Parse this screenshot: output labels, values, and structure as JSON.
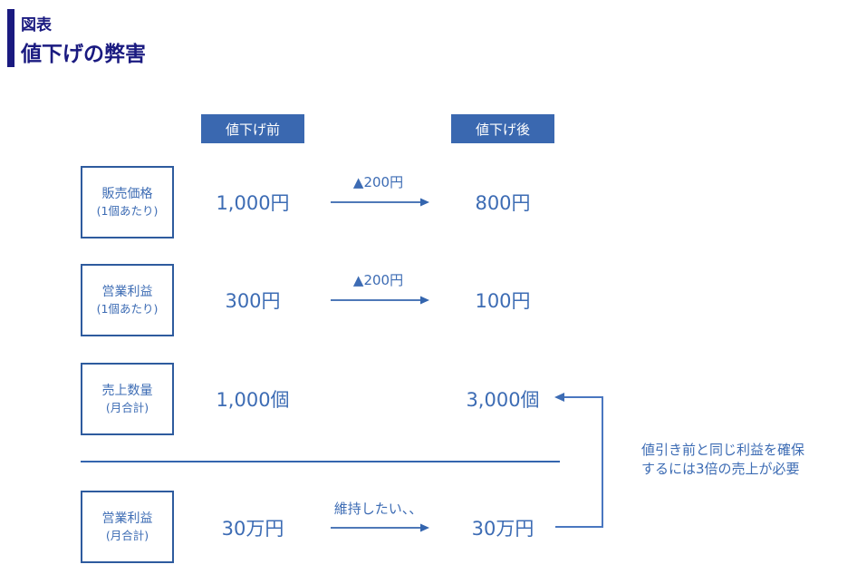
{
  "header": {
    "kicker": "図表",
    "title": "値下げの弊害"
  },
  "columns": {
    "before": "値下げ前",
    "after": "値下げ後"
  },
  "rows": [
    {
      "label": "販売価格",
      "sublabel": "(1個あたり)",
      "before": "1,000円",
      "after": "800円",
      "arrow_note": "▲200円"
    },
    {
      "label": "営業利益",
      "sublabel": "(1個あたり)",
      "before": "300円",
      "after": "100円",
      "arrow_note": "▲200円"
    },
    {
      "label": "売上数量",
      "sublabel": "(月合計)",
      "before": "1,000個",
      "after": "3,000個",
      "arrow_note": ""
    },
    {
      "label": "営業利益",
      "sublabel": "(月合計)",
      "before": "30万円",
      "after": "30万円",
      "arrow_note": "維持したい、、"
    }
  ],
  "callout": {
    "line1": "値引き前と同じ利益を確保",
    "line2": "するには3倍の売上が必要"
  },
  "colors": {
    "navy": "#1a1a80",
    "header_box_blue": "#3a68b0",
    "text_blue": "#3d6cb4",
    "box_border_blue": "#2e5b9e",
    "line_blue": "#3465ae",
    "connector_blue": "#4a77c0"
  }
}
